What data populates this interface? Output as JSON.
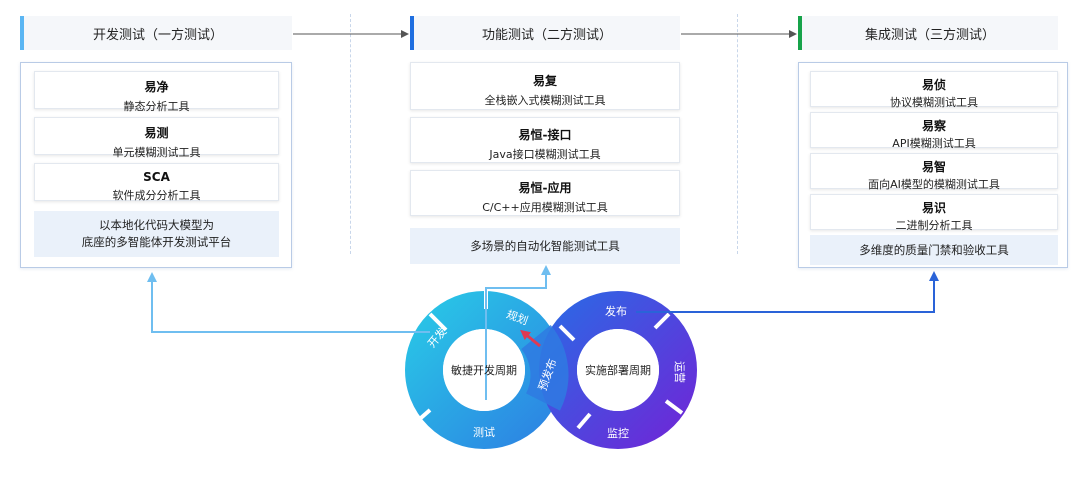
{
  "columns": [
    {
      "header": "开发测试（一方测试）",
      "accent": "#5bb6f3",
      "tools": [
        {
          "name": "易净",
          "desc": "静态分析工具"
        },
        {
          "name": "易测",
          "desc": "单元模糊测试工具"
        },
        {
          "name": "SCA",
          "desc": "软件成分分析工具"
        }
      ],
      "note_lines": [
        "以本地化代码大模型为",
        "底座的多智能体开发测试平台"
      ]
    },
    {
      "header": "功能测试（二方测试）",
      "accent": "#1f6fe0",
      "tools": [
        {
          "name": "易复",
          "desc": "全栈嵌入式模糊测试工具"
        },
        {
          "name": "易恒-接口",
          "desc": "Java接口模糊测试工具"
        },
        {
          "name": "易恒-应用",
          "desc": "C/C++应用模糊测试工具"
        }
      ],
      "note_lines": [
        "多场景的自动化智能测试工具"
      ]
    },
    {
      "header": "集成测试（三方测试）",
      "accent": "#17a34a",
      "tools": [
        {
          "name": "易侦",
          "desc": "协议模糊测试工具"
        },
        {
          "name": "易察",
          "desc": "API模糊测试工具"
        },
        {
          "name": "易智",
          "desc": "面向AI模型的模糊测试工具"
        },
        {
          "name": "易识",
          "desc": "二进制分析工具"
        }
      ],
      "note_lines": [
        "多维度的质量门禁和验收工具"
      ]
    }
  ],
  "cycles": {
    "left_center": "敏捷开发周期",
    "right_center": "实施部署周期",
    "left_segments": [
      "开发",
      "规划",
      "预发布",
      "测试"
    ],
    "right_segments": [
      "发布",
      "运营",
      "监控"
    ]
  },
  "colors": {
    "header_bg": "#f5f7fa",
    "panel_border": "#b9cbe6",
    "note_bg": "#eaf1fa",
    "arrow_light": "#6fbef0",
    "arrow_dark": "#2a63d8",
    "arrow_red": "#e03a52"
  }
}
